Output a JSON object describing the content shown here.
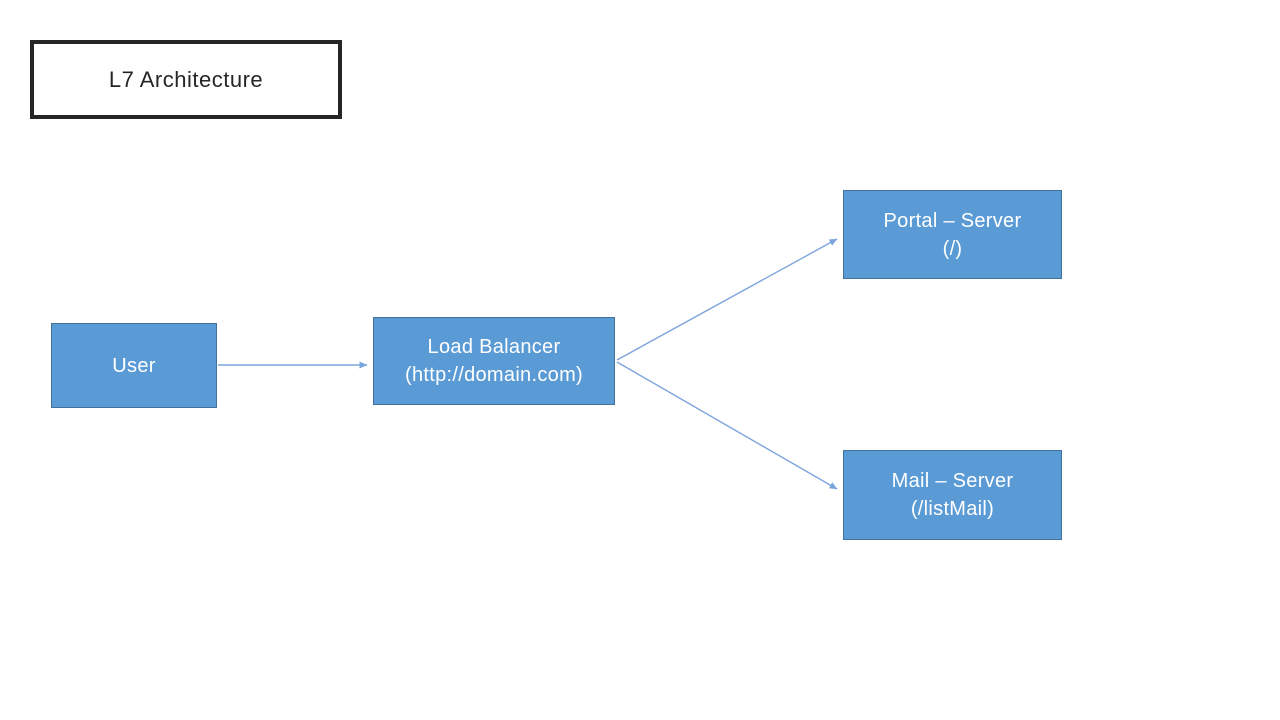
{
  "diagram": {
    "title": "L7 Architecture",
    "nodes": {
      "user": {
        "label": "User"
      },
      "load_balancer": {
        "line1": "Load Balancer",
        "line2": "(http://domain.com)"
      },
      "portal_server": {
        "line1": "Portal – Server",
        "line2": "(/)"
      },
      "mail_server": {
        "line1": "Mail – Server",
        "line2": "(/listMail)"
      }
    },
    "edges": [
      {
        "from": "user",
        "to": "load_balancer"
      },
      {
        "from": "load_balancer",
        "to": "portal_server"
      },
      {
        "from": "load_balancer",
        "to": "mail_server"
      }
    ],
    "colors": {
      "node_fill": "#5B9BD5",
      "node_border": "#41719C",
      "node_text": "#FFFFFF",
      "arrow": "#7CA5DC",
      "title_border": "#262626",
      "title_text": "#262626",
      "background": "#FFFFFF"
    }
  }
}
